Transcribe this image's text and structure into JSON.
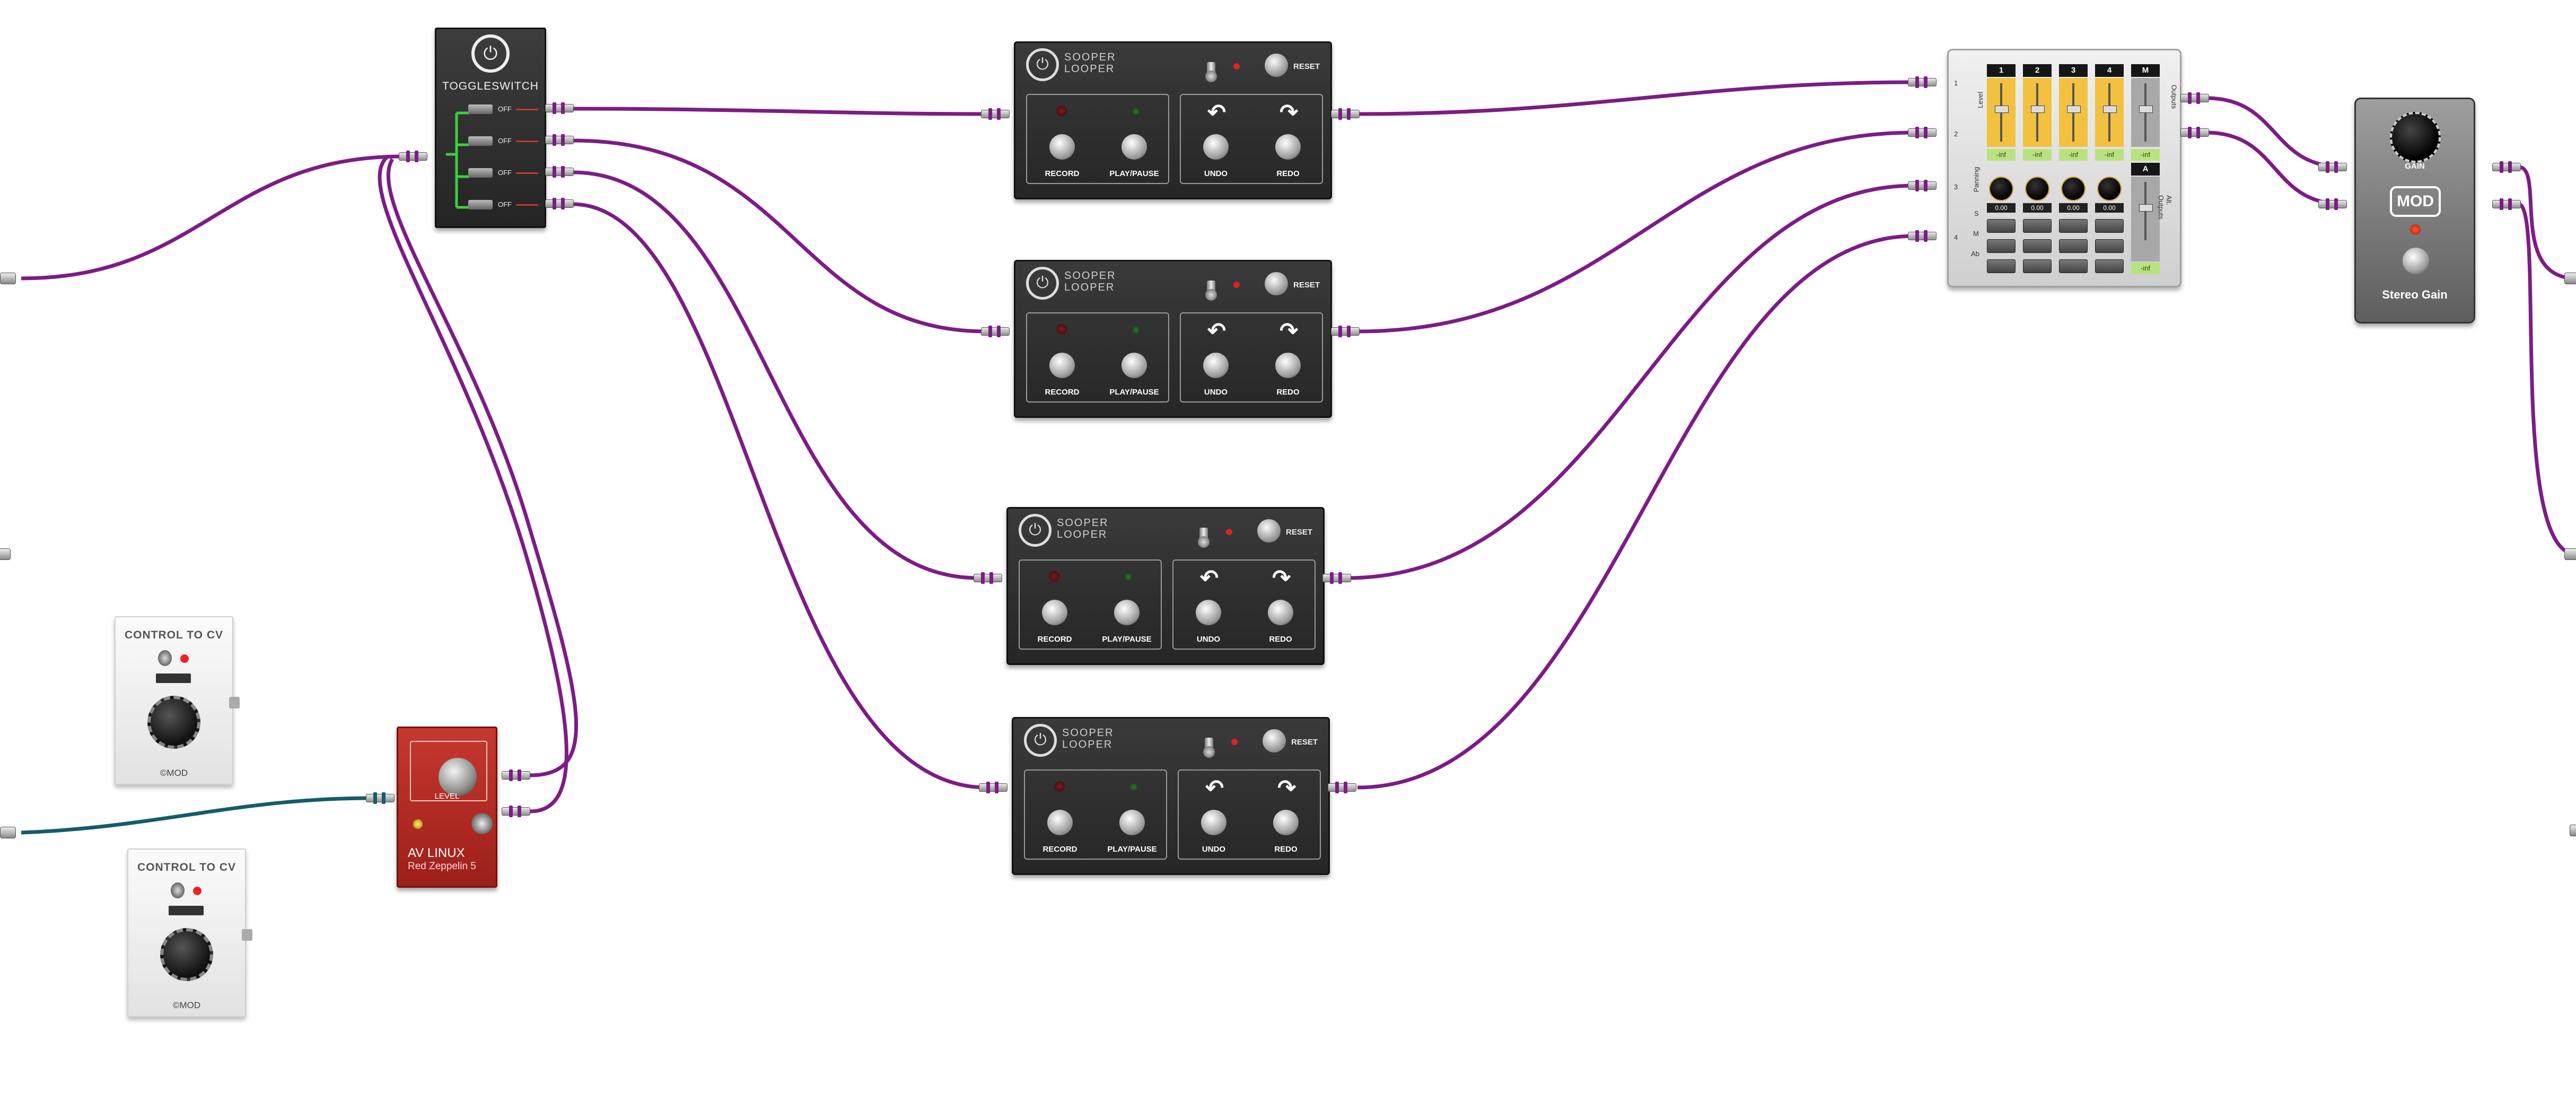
{
  "toggleswitch": {
    "title": "TOGGLESWITCH",
    "switches": [
      {
        "state": "OFF"
      },
      {
        "state": "OFF"
      },
      {
        "state": "OFF"
      },
      {
        "state": "OFF"
      }
    ]
  },
  "loopers": [
    {
      "title_line1": "SOOPER",
      "title_line2": "LOOPER",
      "reset_label": "RESET",
      "record_label": "RECORD",
      "playpause_label": "PLAY/PAUSE",
      "undo_label": "UNDO",
      "redo_label": "REDO"
    },
    {
      "title_line1": "SOOPER",
      "title_line2": "LOOPER",
      "reset_label": "RESET",
      "record_label": "RECORD",
      "playpause_label": "PLAY/PAUSE",
      "undo_label": "UNDO",
      "redo_label": "REDO"
    },
    {
      "title_line1": "SOOPER",
      "title_line2": "LOOPER",
      "reset_label": "RESET",
      "record_label": "RECORD",
      "playpause_label": "PLAY/PAUSE",
      "undo_label": "UNDO",
      "redo_label": "REDO"
    },
    {
      "title_line1": "SOOPER",
      "title_line2": "LOOPER",
      "reset_label": "RESET",
      "record_label": "RECORD",
      "playpause_label": "PLAY/PAUSE",
      "undo_label": "UNDO",
      "redo_label": "REDO"
    }
  ],
  "control_to_cv": [
    {
      "title": "CONTROL TO CV",
      "brand": "©MOD"
    },
    {
      "title": "CONTROL TO CV",
      "brand": "©MOD"
    }
  ],
  "av_linux": {
    "knob_label": "LEVEL",
    "brand": "AV LINUX",
    "model": "Red Zeppelin 5"
  },
  "mixer": {
    "channels": [
      "1",
      "2",
      "3",
      "4"
    ],
    "master_label": "M",
    "aux_label": "A",
    "fader_value": "-inf",
    "pan_value": "0.00",
    "row_labels": {
      "level": "Level",
      "panning": "Panning",
      "s": "S",
      "m": "M",
      "ab": "Ab"
    },
    "input_numbers": [
      "1",
      "2",
      "3",
      "4"
    ],
    "outputs_label": "Outputs",
    "alt_outputs_label": "Alt. Outputs"
  },
  "stereo_gain": {
    "knob_label": "GAIN",
    "logo": "MOD",
    "name": "Stereo Gain"
  },
  "colors": {
    "cable_audio": "#7d1c86",
    "cable_cv": "#145d6a",
    "fader_channel": "#f2c13f",
    "fader_value_bg": "#b8e27f"
  }
}
